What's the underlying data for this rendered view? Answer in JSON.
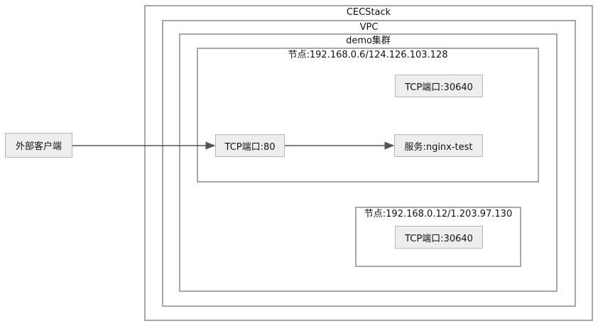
{
  "diagram": {
    "outer": {
      "label": "CECStack"
    },
    "vpc": {
      "label": "VPC"
    },
    "cluster": {
      "label": "demo集群"
    },
    "node1": {
      "label": "节点:192.168.0.6/124.126.103.128",
      "ports": [
        "TCP端口:30640",
        "TCP端口:80"
      ],
      "service": "服务:nginx-test"
    },
    "node2": {
      "label": "节点:192.168.0.12/1.203.97.130",
      "ports": [
        "TCP端口:30640"
      ]
    },
    "client": {
      "label": "外部客户端"
    },
    "colors": {
      "border": "#a8a8a8",
      "box_fill": "#eeeeee",
      "edge": "#555555"
    }
  }
}
